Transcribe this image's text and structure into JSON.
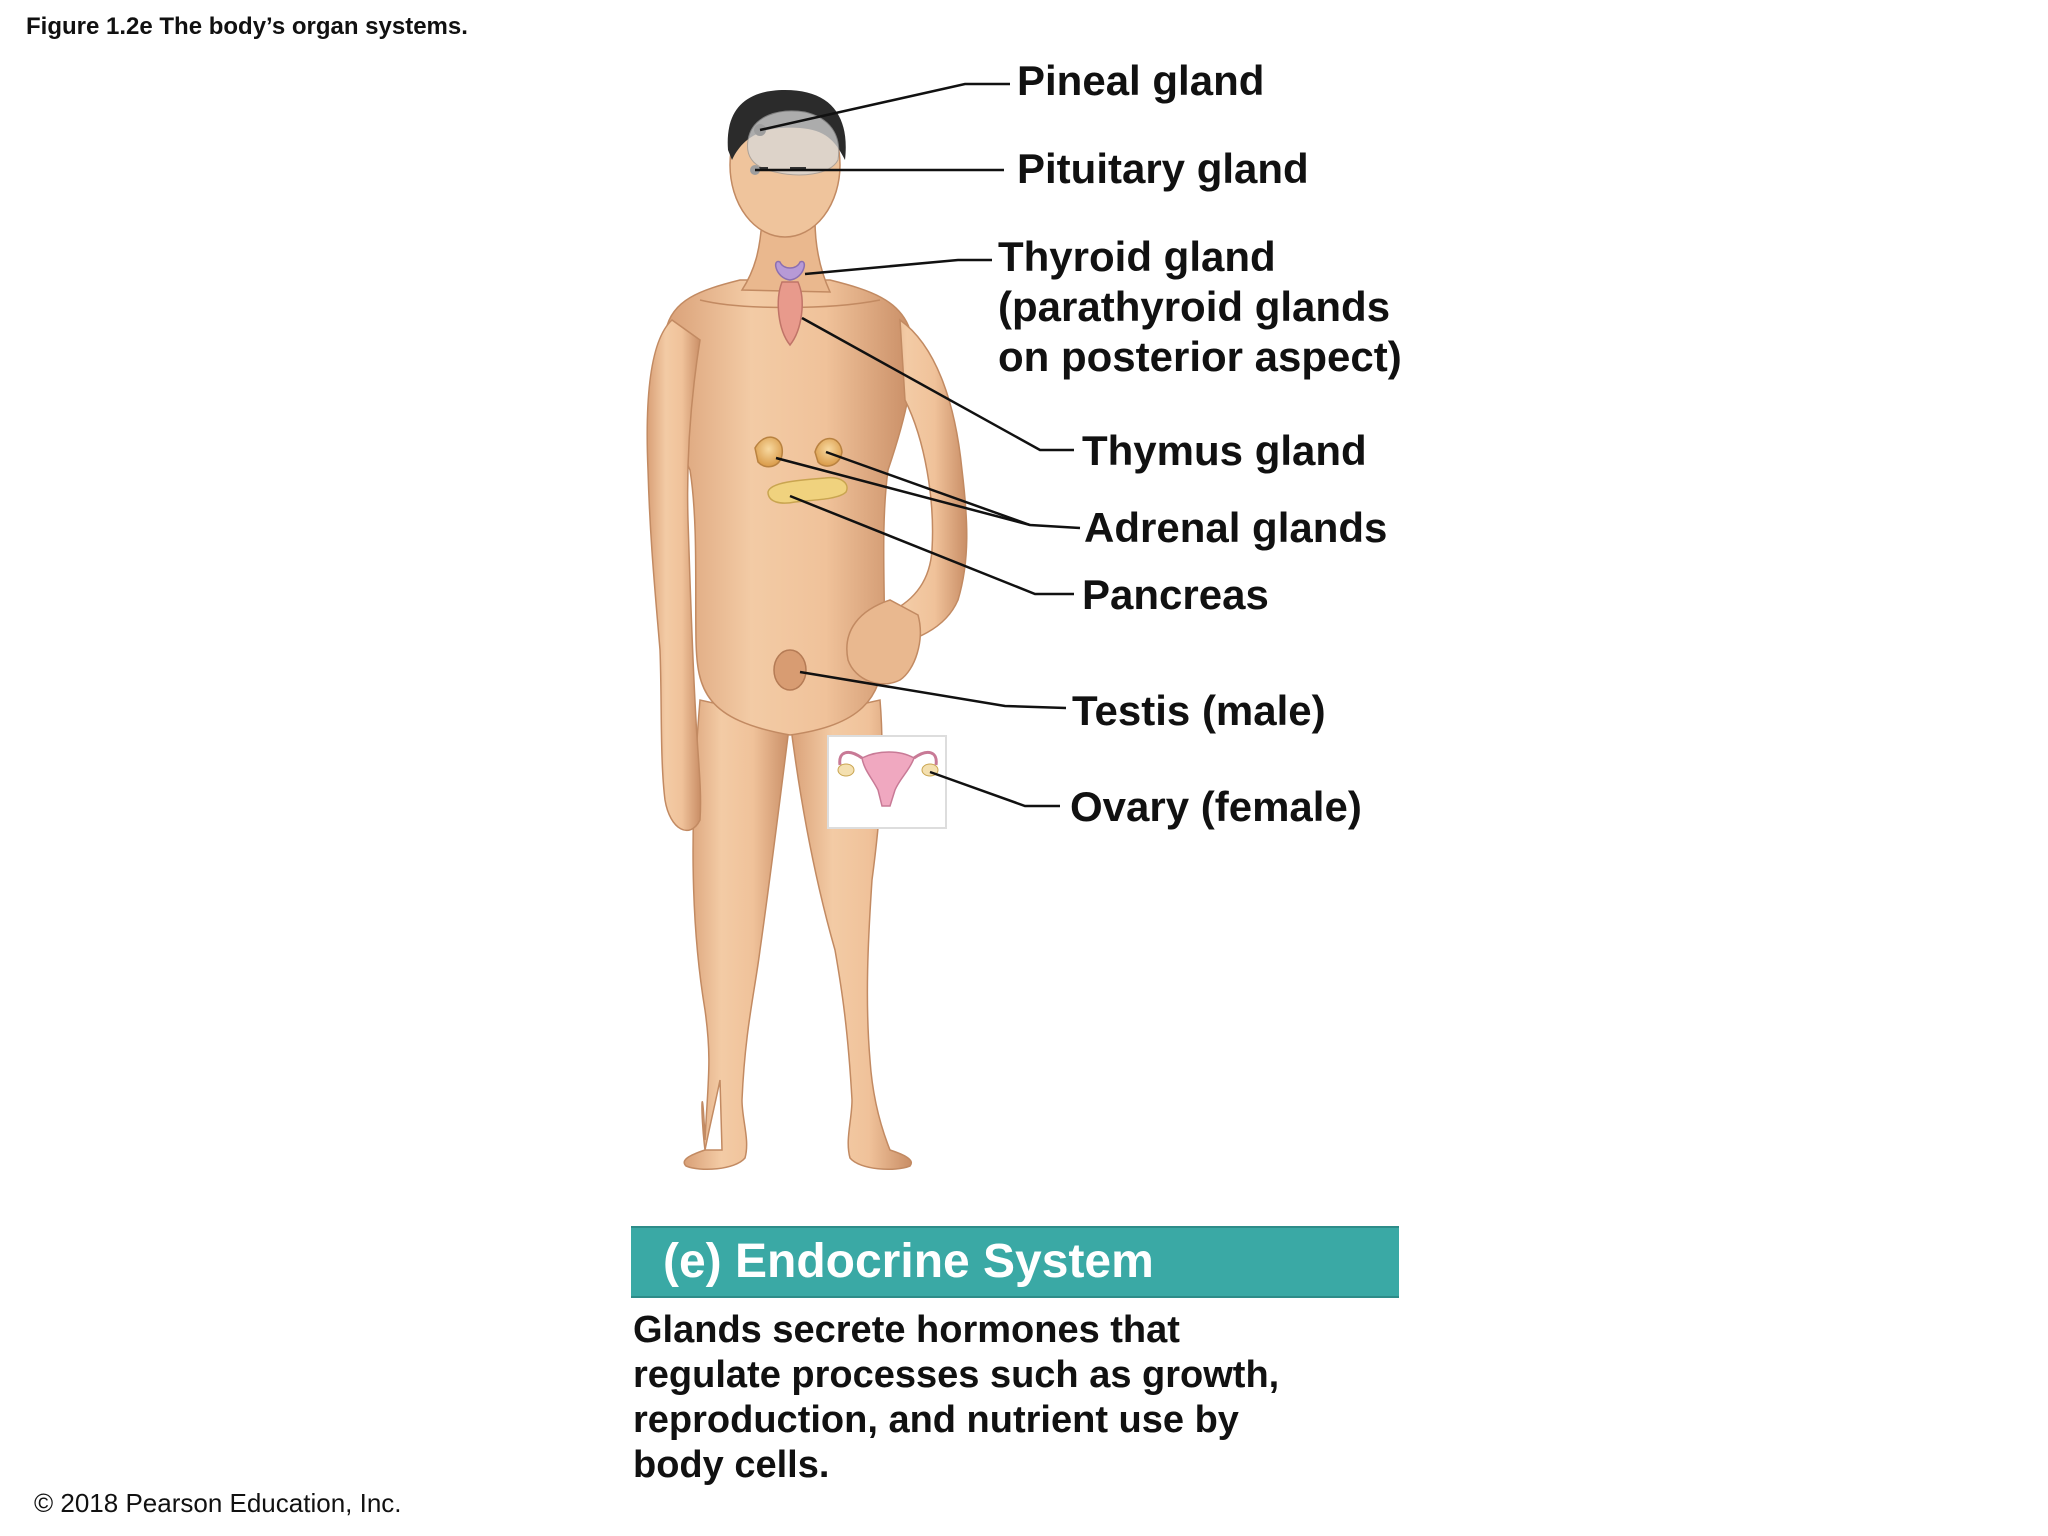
{
  "figure_caption": "Figure 1.2e The body’s organ systems.",
  "labels": {
    "pineal": "Pineal gland",
    "pituitary": "Pituitary gland",
    "thyroid": "Thyroid gland\n(parathyroid glands\non posterior aspect)",
    "thymus": "Thymus gland",
    "adrenal": "Adrenal glands",
    "pancreas": "Pancreas",
    "testis": "Testis (male)",
    "ovary": "Ovary (female)"
  },
  "banner": {
    "title": "(e) Endocrine System",
    "color": "#3aa9a5"
  },
  "description": "Glands secrete hormones that\nregulate processes such as growth,\nreproduction, and nutrient use by\nbody cells.",
  "copyright": "© 2018 Pearson Education, Inc.",
  "colors": {
    "skin": "#f0c49c",
    "skin_shade": "#d99f74",
    "hair": "#2b2b2b",
    "thyroid": "#b79ad6",
    "thymus": "#e89a8c",
    "adrenal": "#e8b46a",
    "pancreas": "#f0d27e",
    "uterus": "#f0a8c0"
  }
}
